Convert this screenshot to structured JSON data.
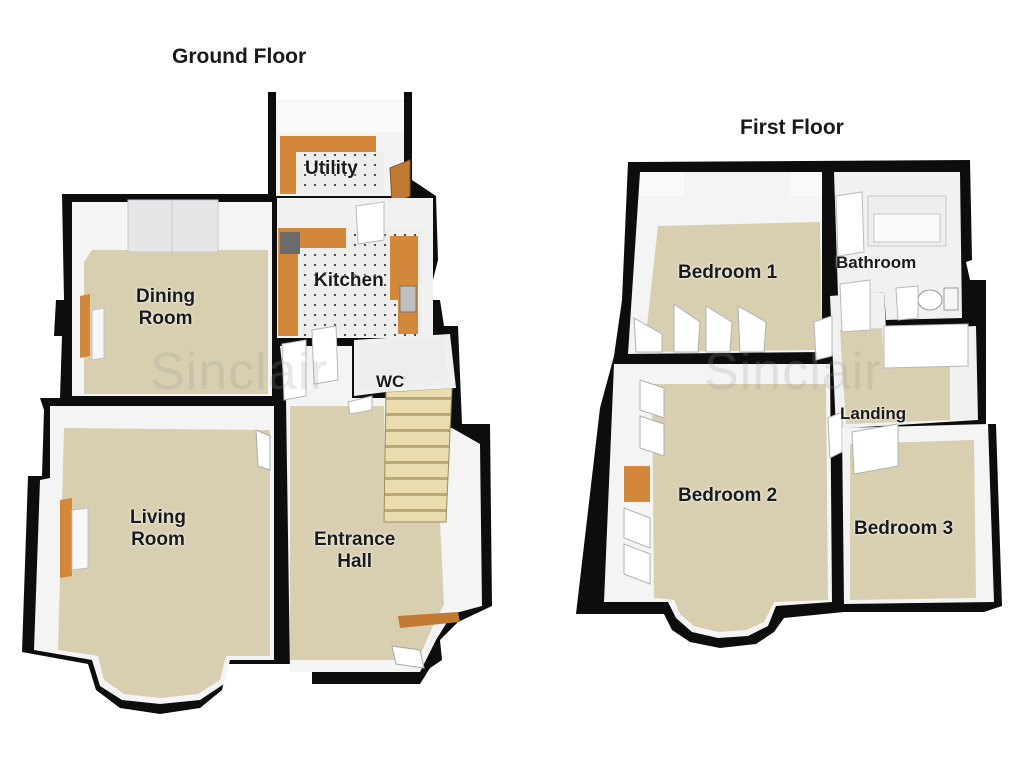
{
  "headings": {
    "ground_floor": "Ground Floor",
    "first_floor": "First Floor"
  },
  "watermark": "Sinclair",
  "ground_floor": {
    "utility": "Utility",
    "kitchen": "Kitchen",
    "dining_room": [
      "Dining",
      "Room"
    ],
    "wc": "WC",
    "living_room": [
      "Living",
      "Room"
    ],
    "entrance_hall": [
      "Entrance",
      "Hall"
    ]
  },
  "first_floor": {
    "bedroom_1": "Bedroom 1",
    "bathroom": "Bathroom",
    "landing": "Landing",
    "bedroom_2": "Bedroom 2",
    "bedroom_3": "Bedroom 3"
  },
  "colors": {
    "wall": "#0d0d0d",
    "wall_inner": "#f2f2f2",
    "carpet": "#d8cfb0",
    "tile": "#ecebe8",
    "worktop": "#d2873a",
    "stair": "#e6d8a8"
  }
}
